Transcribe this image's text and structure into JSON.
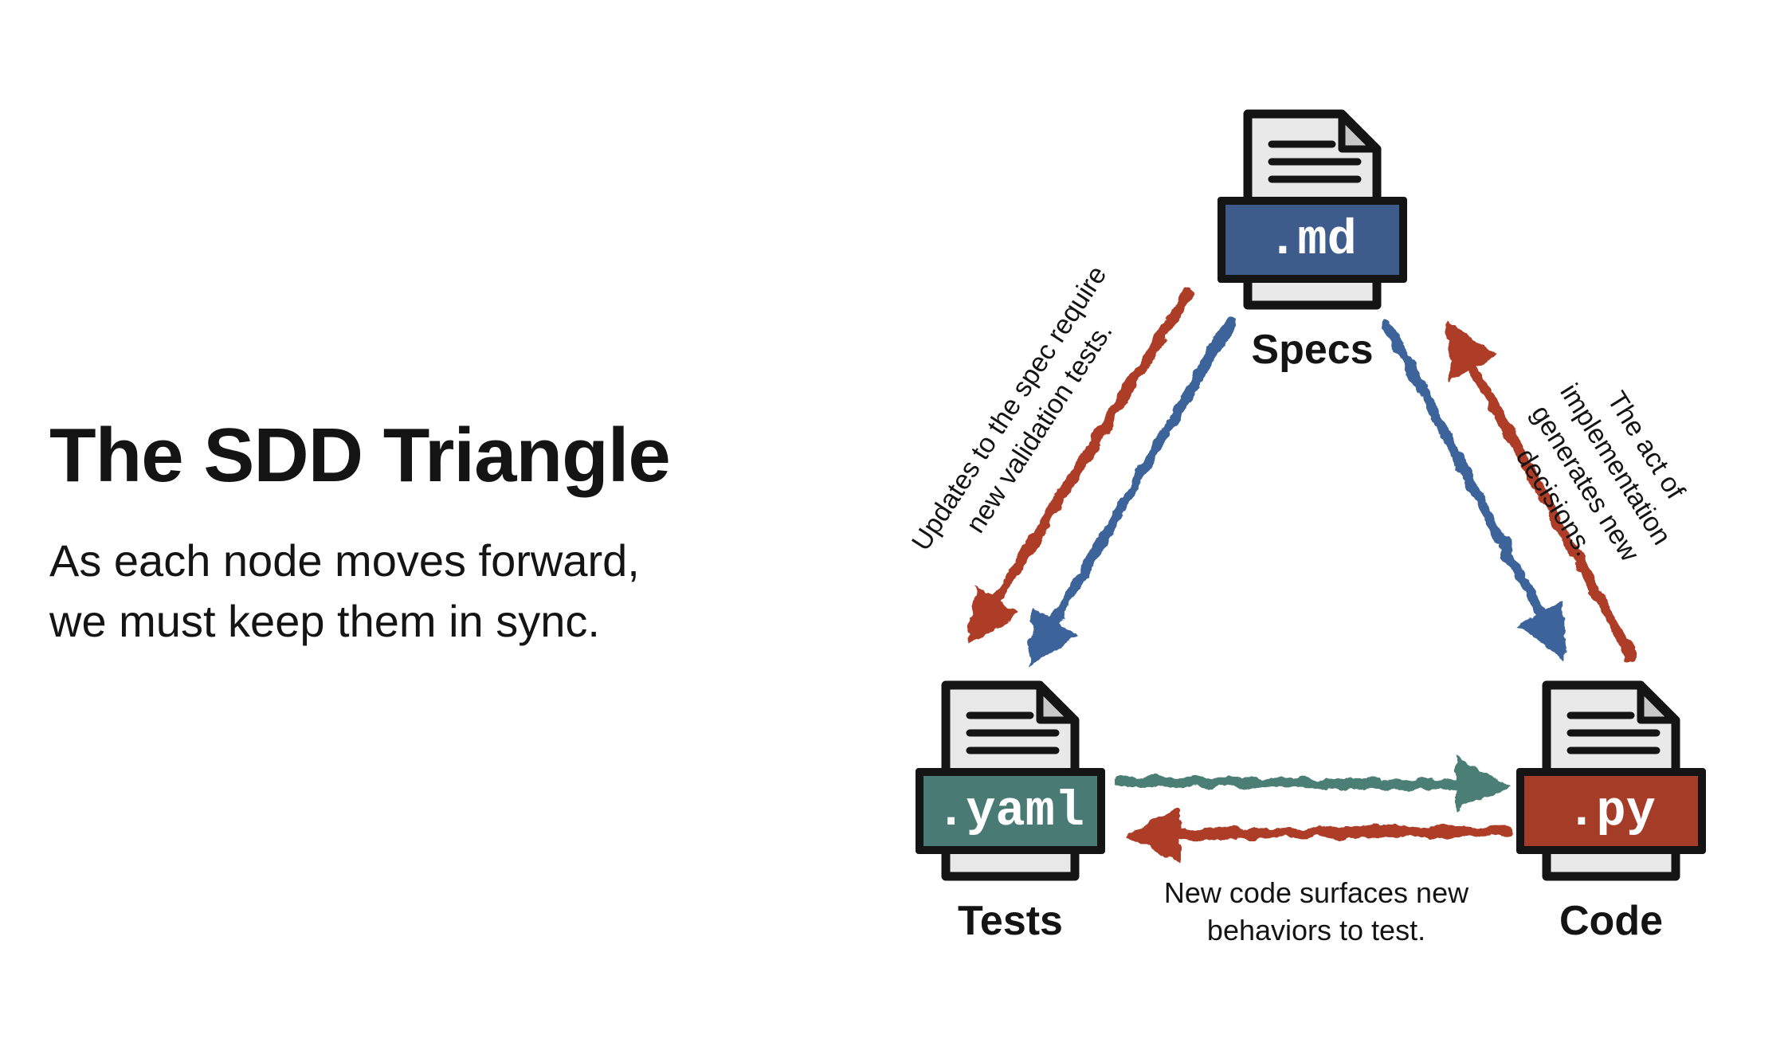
{
  "title": "The SDD Triangle",
  "subtitle": "As each node moves forward,\nwe must keep them in sync.",
  "nodes": {
    "specs": {
      "ext": ".md",
      "caption": "Specs"
    },
    "tests": {
      "ext": ".yaml",
      "caption": "Tests"
    },
    "code": {
      "ext": ".py",
      "caption": "Code"
    }
  },
  "edges": {
    "specs_tests": {
      "label": "Updates to the spec require\nnew validation tests."
    },
    "specs_code": {
      "label": "The act of implementation\ngenerates new decisions."
    },
    "tests_code": {
      "label": "New code surfaces new\nbehaviors to test."
    }
  },
  "colors": {
    "text": "#141414",
    "ink": "#141414",
    "page": "#e9e9e9",
    "fold": "#c8c8c8",
    "banner-blue": "#3d5c8c",
    "banner-teal": "#497a73",
    "banner-red": "#a53c27",
    "arrow-red": "#ad3c26",
    "arrow-blue": "#3d639b",
    "arrow-teal": "#4c7f75"
  }
}
